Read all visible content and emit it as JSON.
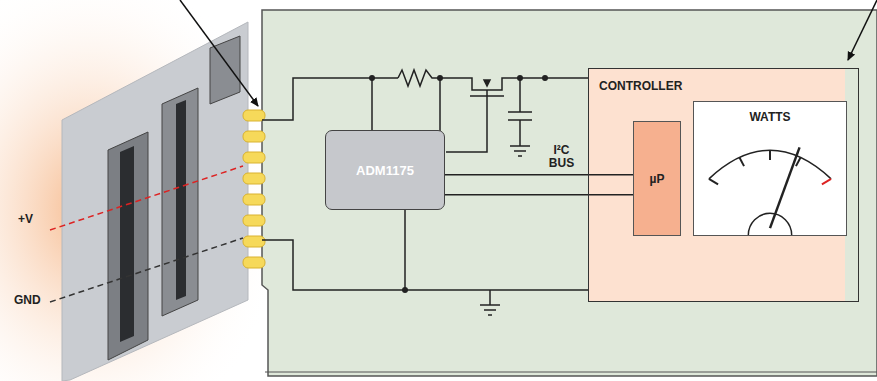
{
  "diagram": {
    "nodes": [
      {
        "text": [
          "CONTROLLER"
        ]
      },
      {
        "text": [
          "µP"
        ],
        "in": 0
      },
      {
        "text": [
          "WATTS"
        ],
        "in": 0
      },
      {
        "text": [
          "ADM1175"
        ]
      }
    ],
    "edges": [
      {
        "from": 3,
        "to": 1,
        "arrow": "none",
        "label": "I²C BUS"
      }
    ],
    "labels": [
      "+V",
      "GND"
    ]
  }
}
